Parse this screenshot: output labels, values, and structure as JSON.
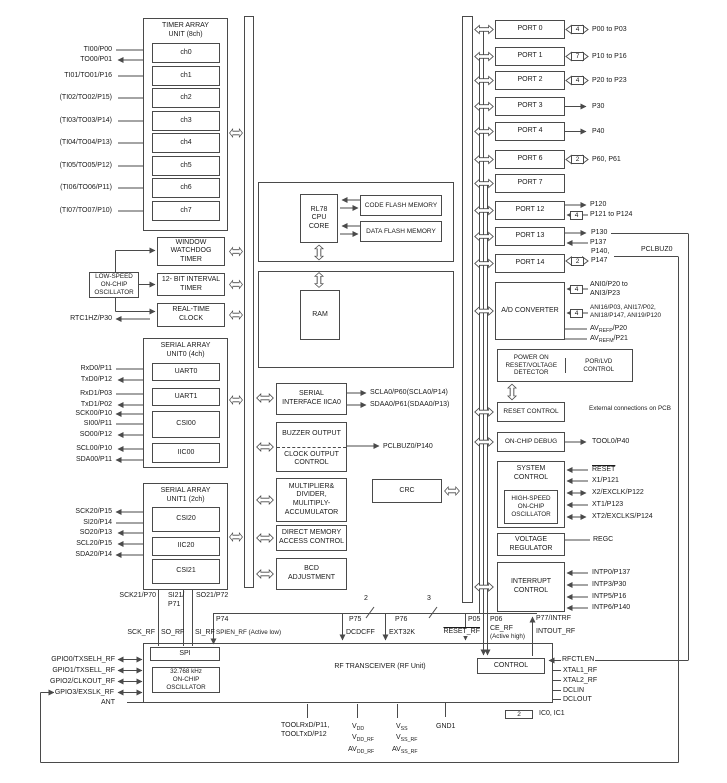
{
  "timer": {
    "title": "TIMER ARRAY\nUNIT (8ch)",
    "channels": [
      "ch0",
      "ch1",
      "ch2",
      "ch3",
      "ch4",
      "ch5",
      "ch6",
      "ch7"
    ],
    "pins": [
      "TI00/P00",
      "TO00/P01",
      "TI01/TO01/P16",
      "(TI02/TO02/P15)",
      "(TI03/TO03/P14)",
      "(TI04/TO04/P13)",
      "(TI05/TO05/P12)",
      "(TI06/TO06/P11)",
      "(TI07/TO07/P10)"
    ]
  },
  "wwdt": {
    "label": "WINDOW\nWATCHDOG\nTIMER"
  },
  "losc": {
    "label": "LOW-SPEED\nON-CHIP\nOSCILLATOR"
  },
  "itimer": {
    "label": "12- BIT INTERVAL\nTIMER"
  },
  "rtc": {
    "label": "REAL-TIME\nCLOCK",
    "pin": "RTC1HZ/P30"
  },
  "sau0": {
    "title": "SERIAL ARRAY\nUNIT0 (4ch)",
    "blocks": [
      "UART0",
      "UART1",
      "CSI00",
      "IIC00"
    ],
    "pins": [
      "RxD0/P11",
      "TxD0/P12",
      "RxD1/P03",
      "TxD1/P02",
      "SCK00/P10",
      "SI00/P11",
      "SO00/P12",
      "SCL00/P10",
      "SDA00/P11"
    ]
  },
  "sau1": {
    "title": "SERIAL ARRAY\nUNIT1 (2ch)",
    "blocks": [
      "CSI20",
      "IIC20",
      "CSI21"
    ],
    "pins": [
      "SCK20/P15",
      "SI20/P14",
      "SO20/P13",
      "SCL20/P15",
      "SDA20/P14"
    ],
    "below_pins": [
      "SCK21/P70",
      "SI21/\nP71",
      "SO21/P72"
    ]
  },
  "cpu": {
    "core": "RL78\nCPU\nCORE",
    "code_flash": "CODE FLASH MEMORY",
    "data_flash": "DATA FLASH MEMORY",
    "ram": "RAM"
  },
  "iica0": {
    "label": "SERIAL\nINTERFACE IICA0",
    "pins": [
      "SCLA0/P60(SCLA0/P14)",
      "SDAA0/P61(SDAA0/P13)"
    ]
  },
  "buzzer": {
    "top": "BUZZER OUTPUT",
    "bottom": "CLOCK OUTPUT\nCONTROL",
    "pin": "PCLBUZ0/P140"
  },
  "mult": {
    "label": "MULTIPLIER&\nDIVIDER,\nMULITIPLY-\nACCUMULATOR"
  },
  "crc": {
    "label": "CRC"
  },
  "dma": {
    "label": "DIRECT MEMORY\nACCESS CONTROL"
  },
  "bcd": {
    "label": "BCD\nADJUSTMENT"
  },
  "ports": {
    "p0": {
      "name": "PORT 0",
      "width": "4",
      "pins": "P00 to P03"
    },
    "p1": {
      "name": "PORT 1",
      "width": "7",
      "pins": "P10 to P16"
    },
    "p2": {
      "name": "PORT 2",
      "width": "4",
      "pins": "P20 to P23"
    },
    "p3": {
      "name": "PORT 3",
      "pins": "P30"
    },
    "p4": {
      "name": "PORT 4",
      "pins": "P40"
    },
    "p6": {
      "name": "PORT 6",
      "width": "2",
      "pins": "P60, P61"
    },
    "p7": {
      "name": "PORT 7"
    },
    "p12": {
      "name": "PORT 12",
      "pin_a": "P120",
      "width": "4",
      "pins_b": "P121 to P124"
    },
    "p13": {
      "name": "PORT 13",
      "pin_a": "P130",
      "pin_b": "P137"
    },
    "p14": {
      "name": "PORT 14",
      "width": "2",
      "pins": "P140,\nP147"
    }
  },
  "pclbuz0_net": "PCLBUZ0",
  "adc": {
    "label": "A/D CONVERTER",
    "w1": "4",
    "pins1": "ANI0/P20 to\nANI3/P23",
    "w2": "4",
    "pins2": "ANI16/P03, ANI17/P02,\nANI18/P147, ANI19/P120",
    "avrefp": {
      "pre": "AV",
      "sub": "REFP",
      "post": "/P20"
    },
    "avrefm": {
      "pre": "AV",
      "sub": "REFM",
      "post": "/P21"
    }
  },
  "por": {
    "left": "POWER ON\nRESET/VOLTAGE\nDETECTOR",
    "right": "POR/LVD\nCONTROL"
  },
  "reset_ctrl": {
    "label": "RESET CONTROL",
    "note": "External connections on PCB"
  },
  "ocd": {
    "label": "ON-CHIP DEBUG",
    "pin": "TOOL0/P40"
  },
  "sysctl": {
    "label": "SYSTEM\nCONTROL",
    "osc": "HIGH-SPEED\nON-CHIP\nOSCILLATOR",
    "pins": [
      "RESET",
      "X1/P121",
      "X2/EXCLK/P122",
      "XT1/P123",
      "XT2/EXCLKS/P124"
    ]
  },
  "vreg": {
    "label": "VOLTAGE\nREGULATOR",
    "pin": "REGC"
  },
  "intc": {
    "label": "INTERRUPT\nCONTROL",
    "pins": [
      "INTP0/P137",
      "INTP3/P30",
      "INTP5/P16",
      "INTP6/P140"
    ]
  },
  "rf": {
    "title": "RF TRANSCEIVER  (RF Unit)",
    "spi": "SPI",
    "osc": "32.768 kHz\nON-CHIP\nOSCILLATOR",
    "control": "CONTROL",
    "p74": "P74",
    "p75": "P75",
    "p76": "P76",
    "p05": "P05",
    "p06": "P06",
    "spien": "SPIEN_RF (Active low)",
    "dcdcff": "DCDCFF",
    "ext32k": "EXT32K",
    "reset_rf": "RESET_RF",
    "ce_rf": "CE_RF",
    "ce_note": "(Active high)",
    "p77": "P77/INTRF",
    "intout": "INTOUT_RF",
    "w2": "2",
    "w3": "3",
    "sck_rf": "SCK_RF",
    "so_rf": "SO_RF",
    "si_rf": "SI_RF",
    "gpio": [
      "GPIO0/TXSELH_RF",
      "GPIO1/TXSELL_RF",
      "GPIO2/CLKOUT_RF",
      "GPIO3/EXSLK_RF",
      "ANT"
    ],
    "right": [
      "RFCTLEN",
      "XTAL1_RF",
      "XTAL2_RF",
      "DCLIN",
      "DCLOUT"
    ],
    "tool": "TOOLRxD/P11,\nTOOLTxD/P12",
    "vdd": [
      {
        "pre": "V",
        "sub": "DD"
      },
      {
        "pre": "V",
        "sub": "DD_RF"
      },
      {
        "pre": "AV",
        "sub": "DD_RF"
      }
    ],
    "vss": [
      {
        "pre": "V",
        "sub": "SS"
      },
      {
        "pre": "V",
        "sub": "SS_RF"
      },
      {
        "pre": "AV",
        "sub": "SS_RF"
      }
    ],
    "gnd": "GND1",
    "ic_w": "2",
    "ic": "IC0, IC1"
  }
}
